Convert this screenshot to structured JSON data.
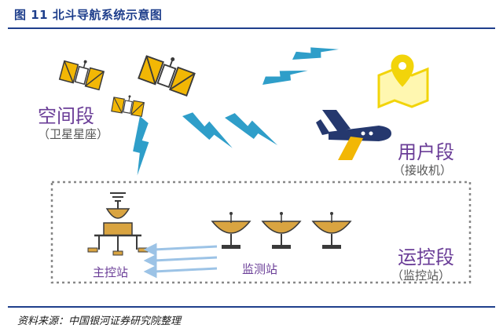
{
  "figure": {
    "title": "图 11 北斗导航系统示意图",
    "source": "资料来源：中国银河证券研究院整理"
  },
  "segments": {
    "space": {
      "label": "空间段",
      "sub": "（卫星星座）"
    },
    "user": {
      "label": "用户段",
      "sub": "（接收机）"
    },
    "control": {
      "label": "运控段",
      "sub": "（监控站）"
    }
  },
  "nodes": {
    "master": "主控站",
    "monitor": "监测站"
  },
  "colors": {
    "title_blue": "#1f3f8c",
    "label_purple": "#6a3d97",
    "signal_blue": "#2f9ec9",
    "plane_navy": "#25386e",
    "plane_yellow": "#f2b705",
    "dish_gold": "#d9a441",
    "dashed_border": "#888888",
    "arrow_light": "#9cc3e6"
  }
}
